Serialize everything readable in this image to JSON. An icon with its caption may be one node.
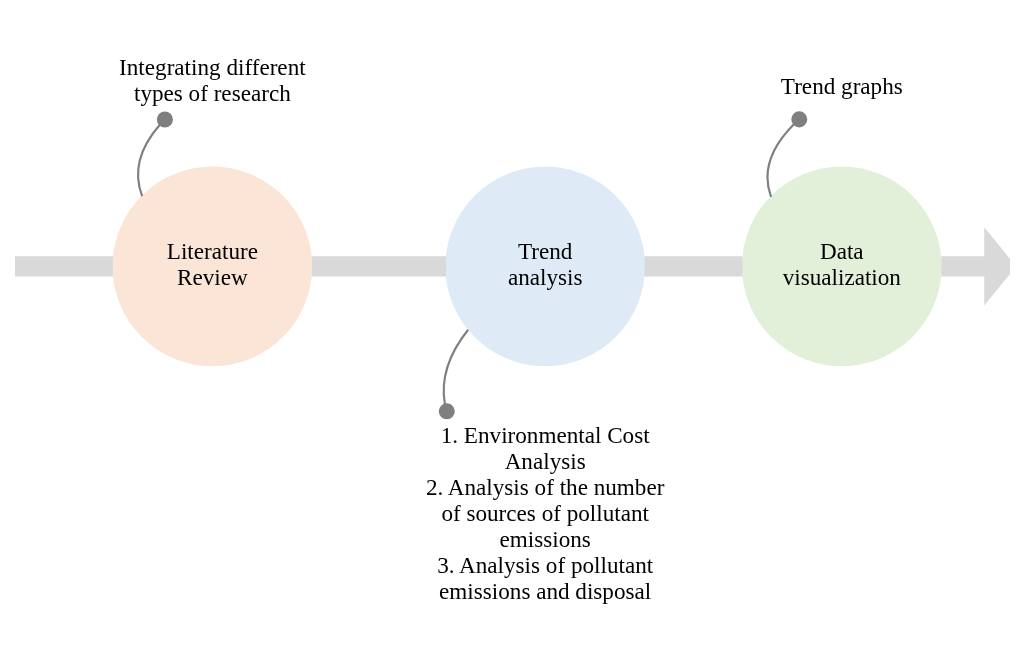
{
  "diagram": {
    "nodes": [
      {
        "text": [
          "Literature Review"
        ]
      },
      {
        "text": [
          "Integrating different types of research"
        ]
      },
      {
        "text": [
          "Trend analysis"
        ]
      },
      {
        "text": [
          "1. Environmental Cost Analysis",
          "2. Analysis of the number of sources of pollutant emissions",
          "3. Analysis of pollutant emissions and disposal"
        ]
      },
      {
        "text": [
          "Data visualization"
        ]
      },
      {
        "text": [
          "Trend graphs"
        ]
      }
    ],
    "edges": [
      {
        "from": null,
        "to": 0,
        "arrow": "none",
        "color": "#d9d9d9"
      },
      {
        "from": 0,
        "to": 2,
        "arrow": "none",
        "color": "#d9d9d9"
      },
      {
        "from": 2,
        "to": 4,
        "arrow": "none",
        "color": "#d9d9d9"
      },
      {
        "from": 4,
        "to": null,
        "arrow": "to",
        "color": "#d9d9d9"
      },
      {
        "from": 1,
        "to": 0,
        "arrow": "other"
      },
      {
        "from": 3,
        "to": 2,
        "arrow": "other"
      },
      {
        "from": 5,
        "to": 4,
        "arrow": "other"
      }
    ]
  }
}
